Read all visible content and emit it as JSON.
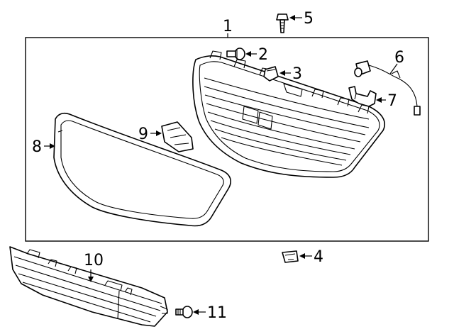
{
  "diagram": {
    "callouts": [
      {
        "id": "1",
        "part": "grille-assembly"
      },
      {
        "id": "2",
        "part": "push-pin"
      },
      {
        "id": "3",
        "part": "clip"
      },
      {
        "id": "4",
        "part": "nut-clip"
      },
      {
        "id": "5",
        "part": "bolt"
      },
      {
        "id": "6",
        "part": "camera"
      },
      {
        "id": "7",
        "part": "camera-bracket"
      },
      {
        "id": "8",
        "part": "grille-molding"
      },
      {
        "id": "9",
        "part": "emblem-bracket"
      },
      {
        "id": "10",
        "part": "lower-grille"
      },
      {
        "id": "11",
        "part": "screw"
      }
    ]
  }
}
